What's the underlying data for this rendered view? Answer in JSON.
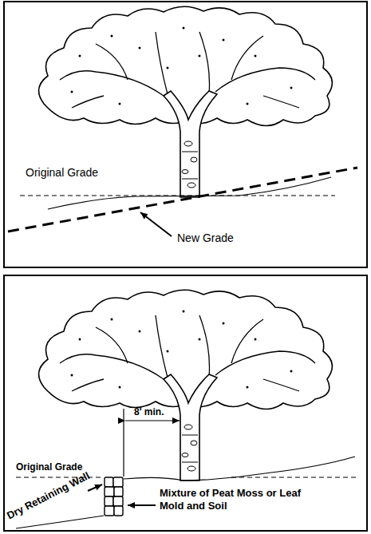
{
  "diagram": {
    "labels": [
      "Original Grade",
      "New Grade",
      "8' min.",
      "Original Grade",
      "Dry Retaining Wall",
      "Mixture of Peat Moss or Leaf Mold and Soil"
    ]
  }
}
